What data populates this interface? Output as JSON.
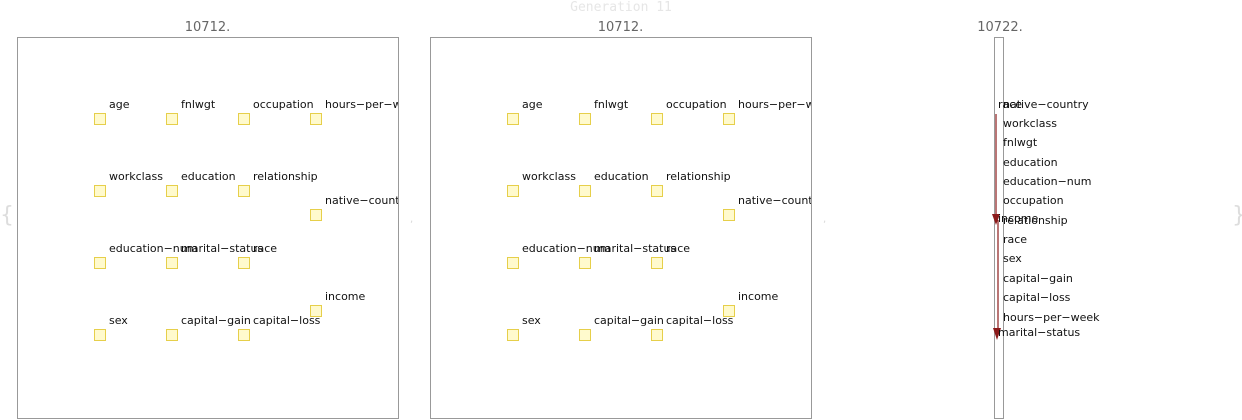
{
  "header": {
    "generation_label": "Generation 11"
  },
  "panels": [
    {
      "score": "10712.",
      "nodes": [
        {
          "label": "age"
        },
        {
          "label": "fnlwgt"
        },
        {
          "label": "occupation"
        },
        {
          "label": "hours−per−week"
        },
        {
          "label": "workclass"
        },
        {
          "label": "education"
        },
        {
          "label": "relationship"
        },
        {
          "label": "native−country"
        },
        {
          "label": "education−num"
        },
        {
          "label": "marital−status"
        },
        {
          "label": "race"
        },
        {
          "label": "income"
        },
        {
          "label": "sex"
        },
        {
          "label": "capital−gain"
        },
        {
          "label": "capital−loss"
        }
      ]
    },
    {
      "score": "10712.",
      "nodes": [
        {
          "label": "age"
        },
        {
          "label": "fnlwgt"
        },
        {
          "label": "occupation"
        },
        {
          "label": "hours−per−week"
        },
        {
          "label": "workclass"
        },
        {
          "label": "education"
        },
        {
          "label": "relationship"
        },
        {
          "label": "native−country"
        },
        {
          "label": "education−num"
        },
        {
          "label": "marital−status"
        },
        {
          "label": "race"
        },
        {
          "label": "income"
        },
        {
          "label": "sex"
        },
        {
          "label": "capital−gain"
        },
        {
          "label": "capital−loss"
        }
      ]
    }
  ],
  "column_panel": {
    "score": "10722.",
    "labels": [
      "race",
      "native−country",
      "workclass",
      "fnlwgt",
      "education",
      "education−num",
      "occupation",
      "income",
      "relationship",
      "race",
      "sex",
      "capital−gain",
      "capital−loss",
      "hours−per−week",
      "marital−status"
    ],
    "edge_color": "#8b1a1a"
  },
  "separators": {
    "left_bracket": "{",
    "right_bracket": "}",
    "comma": ","
  },
  "colors": {
    "node_fill": "#fffacd",
    "node_border": "#e6cf4a",
    "panel_border": "#999999"
  }
}
